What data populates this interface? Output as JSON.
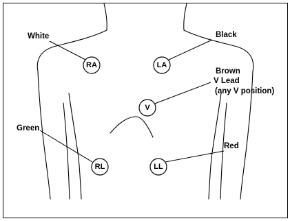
{
  "electrodes": {
    "ra": "RA",
    "la": "LA",
    "v": "V",
    "rl": "RL",
    "ll": "LL"
  },
  "labels": {
    "white": "White",
    "black": "Black",
    "brown_line1": "Brown",
    "brown_line2": "V Lead",
    "brown_line3": "(any V position)",
    "green": "Green",
    "red": "Red"
  }
}
